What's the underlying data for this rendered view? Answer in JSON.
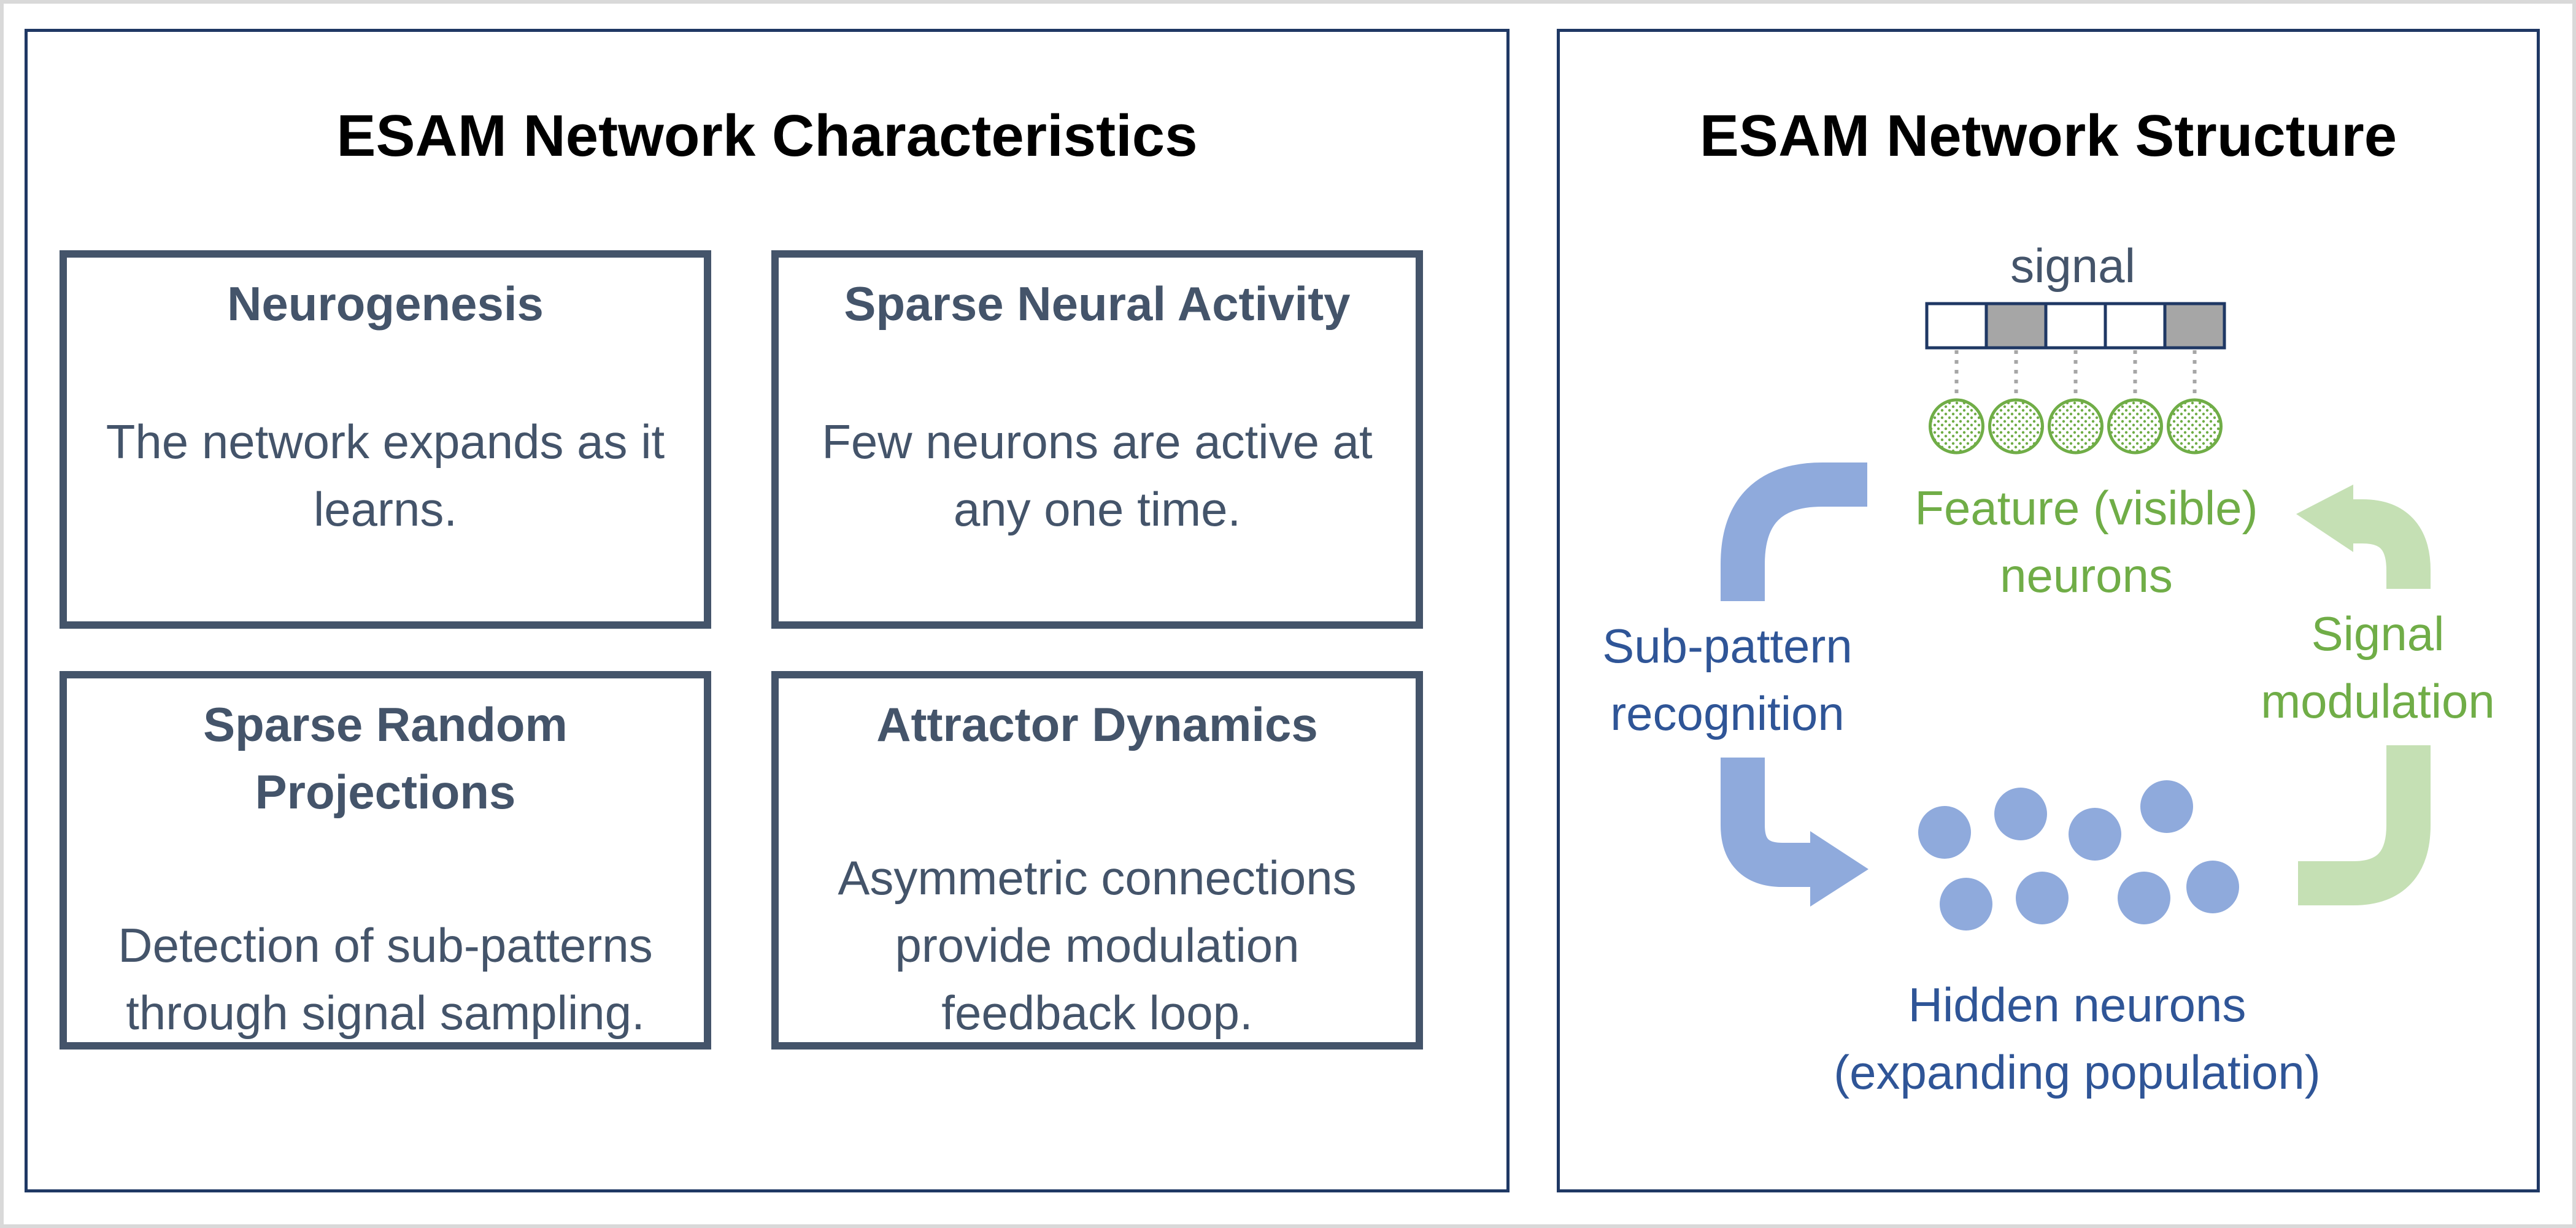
{
  "left_panel": {
    "title": "ESAM Network Characteristics",
    "cards": [
      {
        "title": "Neurogenesis",
        "body": [
          "The network expands as it",
          "learns."
        ]
      },
      {
        "title": "Sparse Neural Activity",
        "body": [
          "Few neurons are active at",
          "any one time."
        ]
      },
      {
        "title": [
          "Sparse Random",
          "Projections"
        ],
        "body": [
          "Detection of sub-patterns",
          "through signal sampling."
        ]
      },
      {
        "title": "Attractor Dynamics",
        "body": [
          "Asymmetric connections",
          "provide modulation",
          "feedback loop."
        ]
      }
    ]
  },
  "right_panel": {
    "title": "ESAM Network Structure",
    "signal_label": "signal",
    "signal_cells": [
      false,
      true,
      false,
      false,
      true
    ],
    "feature_label": [
      "Feature (visible)",
      "neurons"
    ],
    "left_arrow_label": [
      "Sub-pattern",
      "recognition"
    ],
    "right_arrow_label": [
      "Signal",
      "modulation"
    ],
    "hidden_label": [
      "Hidden neurons",
      "(expanding population)"
    ],
    "hidden_neuron_count": 8
  },
  "colors": {
    "border": "#1f3864",
    "card": "#44546a",
    "blue_text": "#2f5597",
    "blue_arrow": "#8faadc",
    "green_text": "#70ad47",
    "green_arrow": "#c5e0b4",
    "hidden_neuron": "#8faadc",
    "signal_fill": "#a6a6a6"
  }
}
